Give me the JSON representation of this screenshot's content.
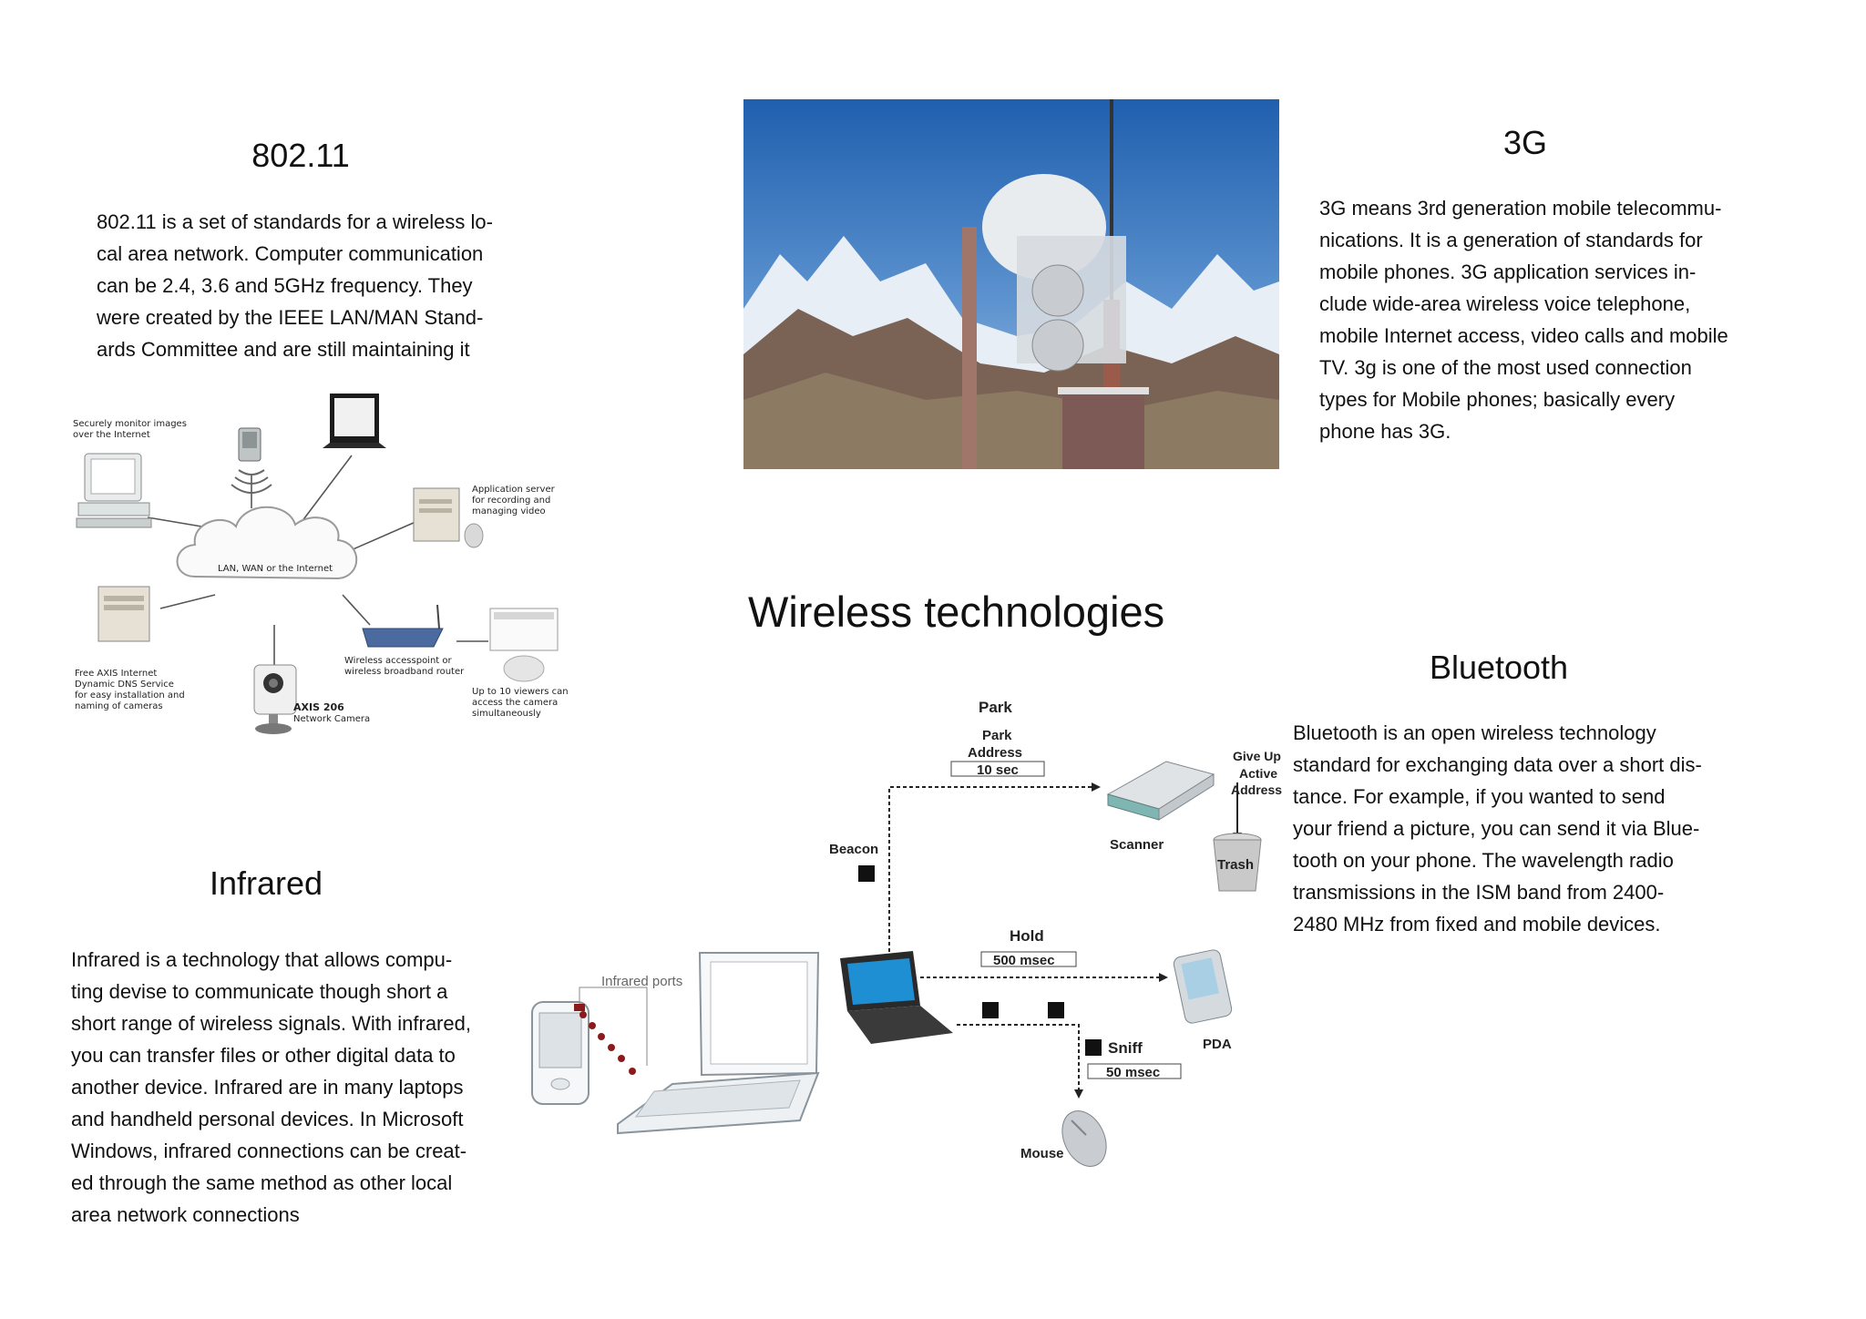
{
  "sections": {
    "wifi": {
      "heading": "802.11",
      "body": "802.11 is a set of standards for a wireless lo-\ncal area network. Computer communication\ncan be 2.4, 3.6 and 5GHz frequency. They\nwere created by the IEEE LAN/MAN Stand-\nards Committee and are still maintaining it"
    },
    "threeg": {
      "heading": "3G",
      "body": "3G means 3rd generation mobile telecommu-\nnications. It is a generation of standards for\nmobile phones. 3G application services in-\nclude wide-area wireless voice telephone,\nmobile Internet access, video calls and mobile\nTV.  3g is one of the most used connection\ntypes for Mobile phones; basically every\nphone has 3G."
    },
    "bluetooth": {
      "heading": "Bluetooth",
      "body": "Bluetooth is an open wireless technology\nstandard for exchanging data over a short dis-\ntance. For example, if you wanted to send\nyour friend a picture, you can send it via Blue-\ntooth on your phone.  The wavelength radio\ntransmissions in the ISM band from 2400-\n2480 MHz from fixed  and mobile devices."
    },
    "infrared": {
      "heading": "Infrared",
      "body": "Infrared is a technology that allows compu-\nting devise to communicate though short a\nshort range of wireless signals. With infrared,\nyou can transfer files or other digital data to\nanother device. Infrared are in many laptops\nand handheld personal devices. In Microsoft\nWindows, infrared connections can be creat-\ned through the same method as other local\narea network connections"
    }
  },
  "main_title": "Wireless technologies",
  "network_diagram": {
    "monitor_label": [
      "Securely monitor images",
      "over the Internet"
    ],
    "cloud_label": "LAN, WAN or the Internet",
    "app_server_label": [
      "Application server",
      "for recording and",
      "managing video"
    ],
    "dns_label": [
      "Free AXIS Internet",
      "Dynamic DNS Service",
      "for easy installation and",
      "naming of cameras"
    ],
    "camera_model": "AXIS 206",
    "camera_label": "Network Camera",
    "router_label": [
      "Wireless accesspoint or",
      "wireless broadband router"
    ],
    "viewers_label": [
      "Up to 10 viewers can",
      "access the camera",
      "simultaneously"
    ]
  },
  "infrared_diagram": {
    "ports_label": "Infrared ports"
  },
  "bluetooth_diagram": {
    "park": "Park",
    "park_address": [
      "Park",
      "Address"
    ],
    "park_time": "10 sec",
    "give_up": [
      "Give Up",
      "Active",
      "Address"
    ],
    "scanner": "Scanner",
    "trash": "Trash",
    "beacon": "Beacon",
    "hold": "Hold",
    "hold_time": "500 msec",
    "pda": "PDA",
    "sniff": "Sniff",
    "sniff_time": "50 msec",
    "mouse": "Mouse"
  },
  "photo": {
    "icon": "antenna-tower-photo"
  }
}
